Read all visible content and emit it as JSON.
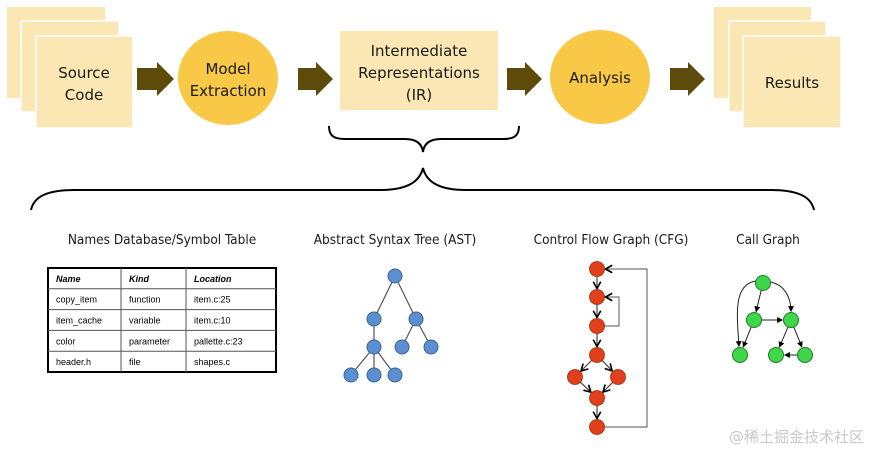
{
  "colors": {
    "page": "#fbe7b3",
    "ellipse": "#f8c846",
    "arrow": "#5e4a0a",
    "brace": "#000000",
    "ast_node": "#5b8fd0",
    "ast_stroke": "#3a6495",
    "cfg_node": "#e0401c",
    "cfg_stroke": "#a02a10",
    "callgraph_node": "#3fd64a",
    "callgraph_stroke": "#1f7a28",
    "table_border": "#000000"
  },
  "pipeline": {
    "source": {
      "line1": "Source",
      "line2": "Code"
    },
    "model": {
      "line1": "Model",
      "line2": "Extraction"
    },
    "ir": {
      "line1": "Intermediate",
      "line2": "Representations",
      "line3": "(IR)"
    },
    "analysis": {
      "label": "Analysis"
    },
    "results": {
      "label": "Results"
    }
  },
  "sections": {
    "symbol_table": {
      "title": "Names Database/Symbol Table"
    },
    "ast": {
      "title": "Abstract Syntax Tree (AST)"
    },
    "cfg": {
      "title": "Control Flow Graph (CFG)"
    },
    "call_graph": {
      "title": "Call Graph"
    }
  },
  "symbol_table": {
    "headers": [
      "Name",
      "Kind",
      "Location"
    ],
    "rows": [
      [
        "copy_item",
        "function",
        "item.c:25"
      ],
      [
        "item_cache",
        "variable",
        "item.c:10"
      ],
      [
        "color",
        "parameter",
        "pallette.c:23"
      ],
      [
        "header.h",
        "file",
        "shapes.c"
      ]
    ]
  },
  "ast": {
    "node_count": 9,
    "edges": [
      [
        0,
        1
      ],
      [
        0,
        2
      ],
      [
        1,
        3
      ],
      [
        2,
        4
      ],
      [
        2,
        5
      ],
      [
        3,
        6
      ],
      [
        3,
        7
      ],
      [
        3,
        8
      ]
    ]
  },
  "cfg": {
    "node_count": 8,
    "edges": [
      [
        0,
        1
      ],
      [
        1,
        2
      ],
      [
        2,
        3
      ],
      [
        3,
        4
      ],
      [
        3,
        5
      ],
      [
        4,
        6
      ],
      [
        5,
        6
      ],
      [
        6,
        7
      ]
    ],
    "back_edges": [
      [
        2,
        1
      ],
      [
        7,
        0
      ]
    ]
  },
  "call_graph": {
    "node_count": 6,
    "edges": [
      [
        0,
        1
      ],
      [
        0,
        2
      ],
      [
        0,
        3
      ],
      [
        1,
        2
      ],
      [
        1,
        3
      ],
      [
        2,
        4
      ],
      [
        2,
        5
      ],
      [
        5,
        4
      ]
    ]
  },
  "watermark": "@稀土掘金技术社区"
}
